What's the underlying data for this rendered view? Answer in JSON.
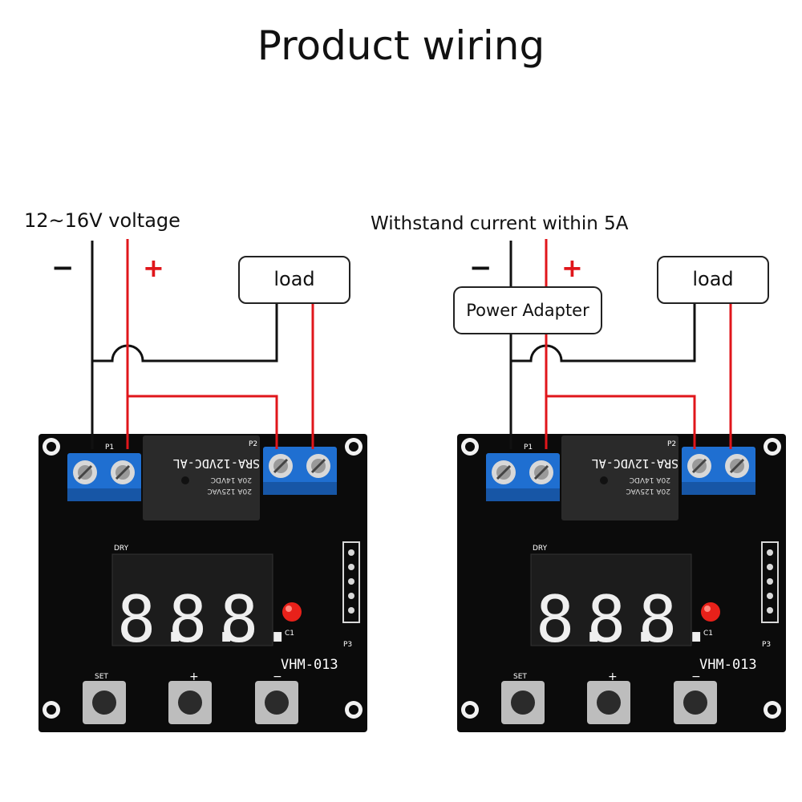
{
  "title": "Product wiring",
  "colors": {
    "wire_negative": "#111111",
    "wire_positive": "#e0161b",
    "plus_sign": "#e0161b",
    "pcb": "#0b0b0b",
    "terminal": "#1f6fd1",
    "relay": "#2a2a2a",
    "display_digit": "#efefef",
    "led": "#e8211a"
  },
  "left_panel": {
    "supply_label": "12~16V voltage",
    "minus_sign": "−",
    "plus_sign": "+",
    "load_label": "load"
  },
  "right_panel": {
    "supply_label": "Withstand current within 5A",
    "minus_sign": "−",
    "plus_sign": "+",
    "adapter_label": "Power Adapter",
    "load_label": "load"
  },
  "board": {
    "relay_text": "SRA-12VDC-AL",
    "relay_rating_1": "20A 14VDC",
    "relay_rating_2": "20A 125VAC",
    "terminal_p1": "P1",
    "terminal_p2": "P2",
    "dry_label": "DRY",
    "display_digits": [
      "8.",
      "8.",
      "8."
    ],
    "model_label": "VHM-013",
    "led_label": "C1",
    "header_label": "P3",
    "button_set": "SET",
    "button_plus": "+",
    "button_minus": "−"
  }
}
